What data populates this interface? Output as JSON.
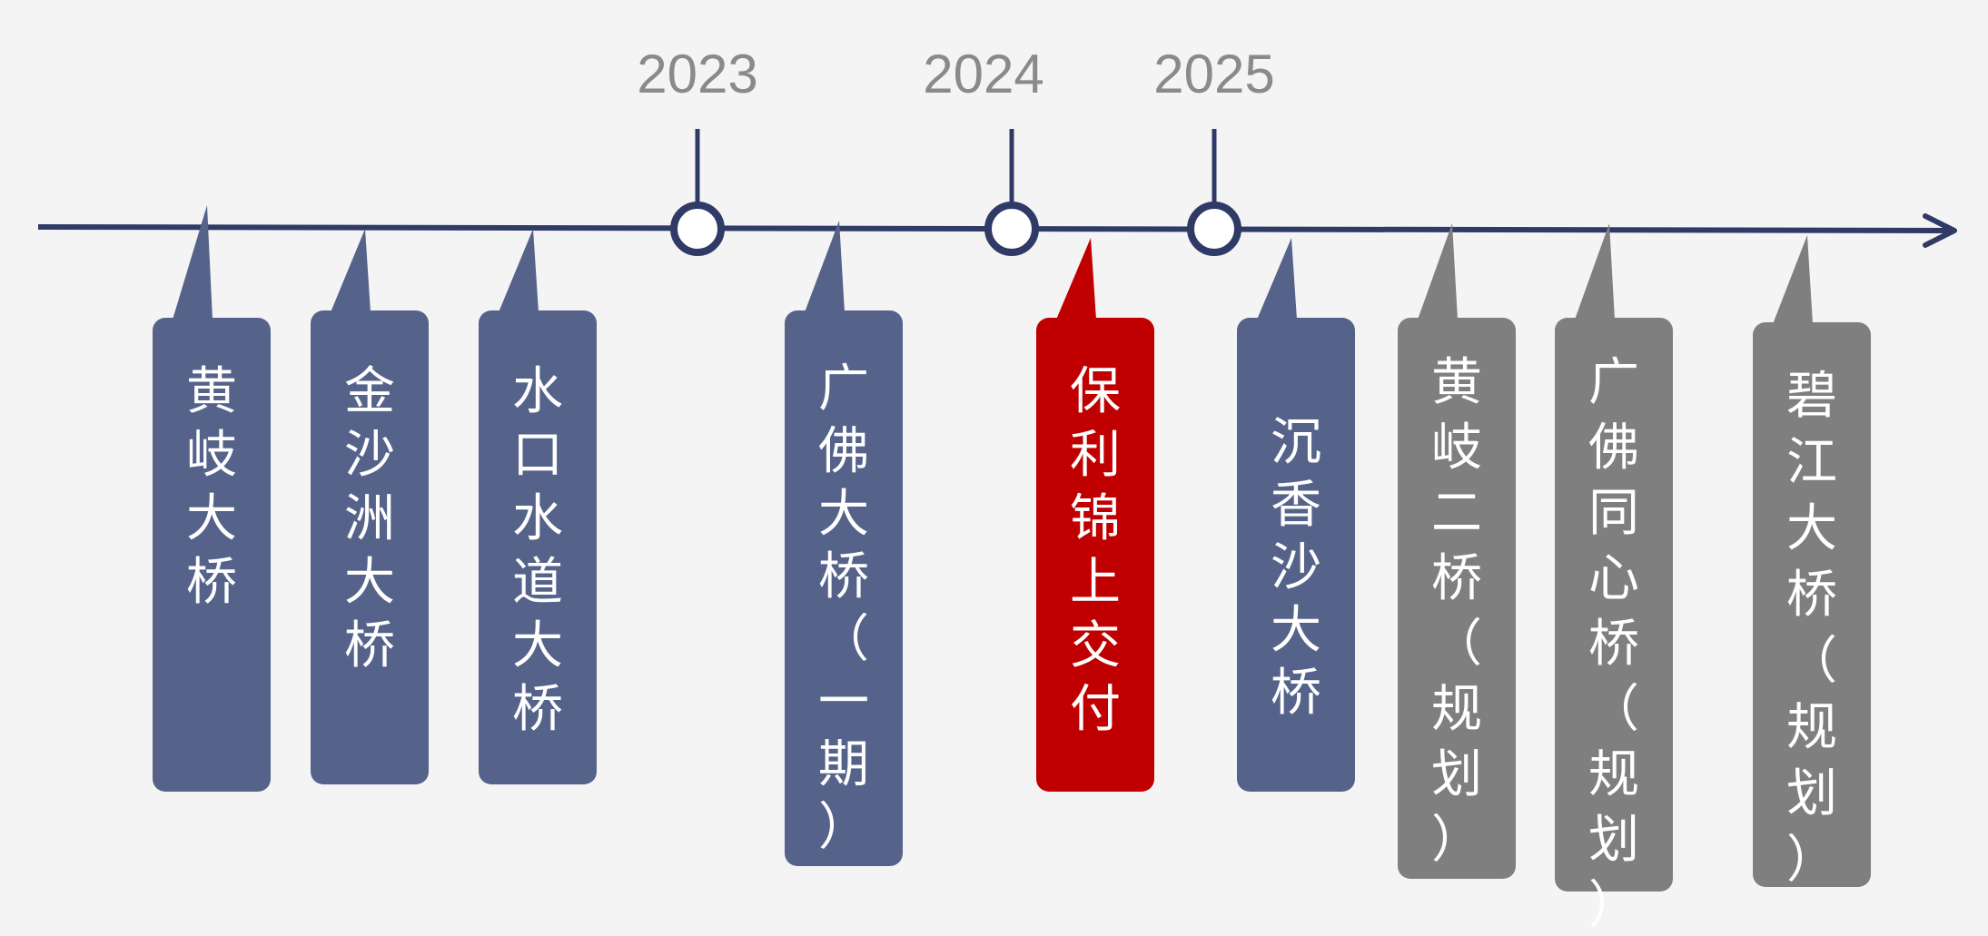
{
  "colors": {
    "background": "#f4f4f4",
    "axis": "#2f3b66",
    "built": "#55638b",
    "current": "#c00000",
    "planned": "#7f7f7f",
    "year_text": "#8a8a8a"
  },
  "years": [
    {
      "label": "2023",
      "name": "year-2023"
    },
    {
      "label": "2024",
      "name": "year-2024"
    },
    {
      "label": "2025",
      "name": "year-2025"
    }
  ],
  "items": [
    {
      "name": "huangqi-bridge",
      "status": "built",
      "chars": [
        "黄",
        "岐",
        "大",
        "桥"
      ]
    },
    {
      "name": "jinshazhou-bridge",
      "status": "built",
      "chars": [
        "金",
        "沙",
        "洲",
        "大",
        "桥"
      ]
    },
    {
      "name": "shuikou-waterway-bridge",
      "status": "built",
      "chars": [
        "水",
        "口",
        "水",
        "道",
        "大",
        "桥"
      ]
    },
    {
      "name": "guangfo-bridge-phase1",
      "status": "built",
      "chars": [
        "广",
        "佛",
        "大",
        "桥",
        "（",
        "一",
        "期",
        "）"
      ]
    },
    {
      "name": "poly-jinshang-delivery",
      "status": "current",
      "chars": [
        "保",
        "利",
        "锦",
        "上",
        "交",
        "付"
      ]
    },
    {
      "name": "chenxiangsha-bridge",
      "status": "built",
      "chars": [
        "沉",
        "香",
        "沙",
        "大",
        "桥"
      ]
    },
    {
      "name": "huangqi-second-bridge",
      "status": "planned",
      "chars": [
        "黄",
        "岐",
        "二",
        "桥",
        "（",
        "规",
        "划",
        "）"
      ]
    },
    {
      "name": "guangfo-tongxin-bridge",
      "status": "planned",
      "chars": [
        "广",
        "佛",
        "同",
        "心",
        "桥",
        "（",
        "规",
        "划",
        "）"
      ]
    },
    {
      "name": "bijiang-bridge",
      "status": "planned",
      "chars": [
        "碧",
        "江",
        "大",
        "桥",
        "（",
        "规",
        "划",
        "）"
      ]
    }
  ]
}
